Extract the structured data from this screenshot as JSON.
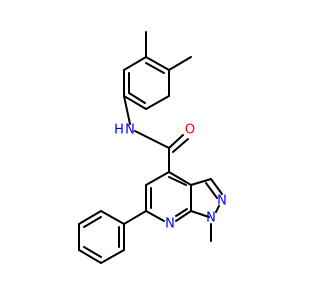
{
  "structure": {
    "atoms": {
      "amide_N": {
        "symbol": "N",
        "subscript": "H"
      },
      "amide_O": {
        "symbol": "O"
      },
      "pyrazole_N1": {
        "symbol": "N"
      },
      "pyrazole_N2": {
        "symbol": "N"
      },
      "pyridine_N": {
        "symbol": "N"
      }
    }
  },
  "colors": {
    "bond": "#000000",
    "nitrogen": "#0000ff",
    "oxygen": "#ff0000"
  }
}
